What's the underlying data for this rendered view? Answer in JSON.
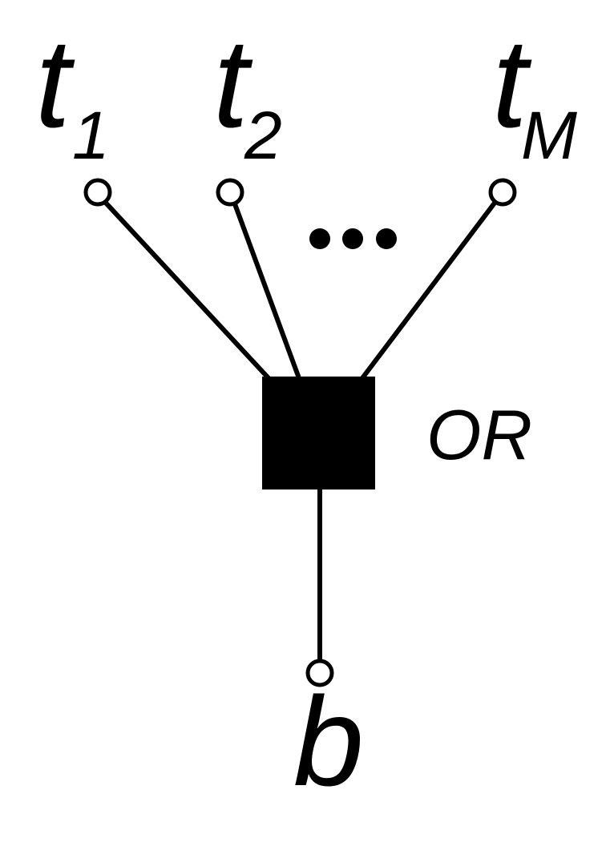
{
  "diagram": {
    "inputs": [
      {
        "base": "t",
        "subscript": "1"
      },
      {
        "base": "t",
        "subscript": "2"
      },
      {
        "base": "t",
        "subscript": "M"
      }
    ],
    "ellipsis": "•••",
    "factor": {
      "label": "OR"
    },
    "output": {
      "label": "b"
    }
  }
}
